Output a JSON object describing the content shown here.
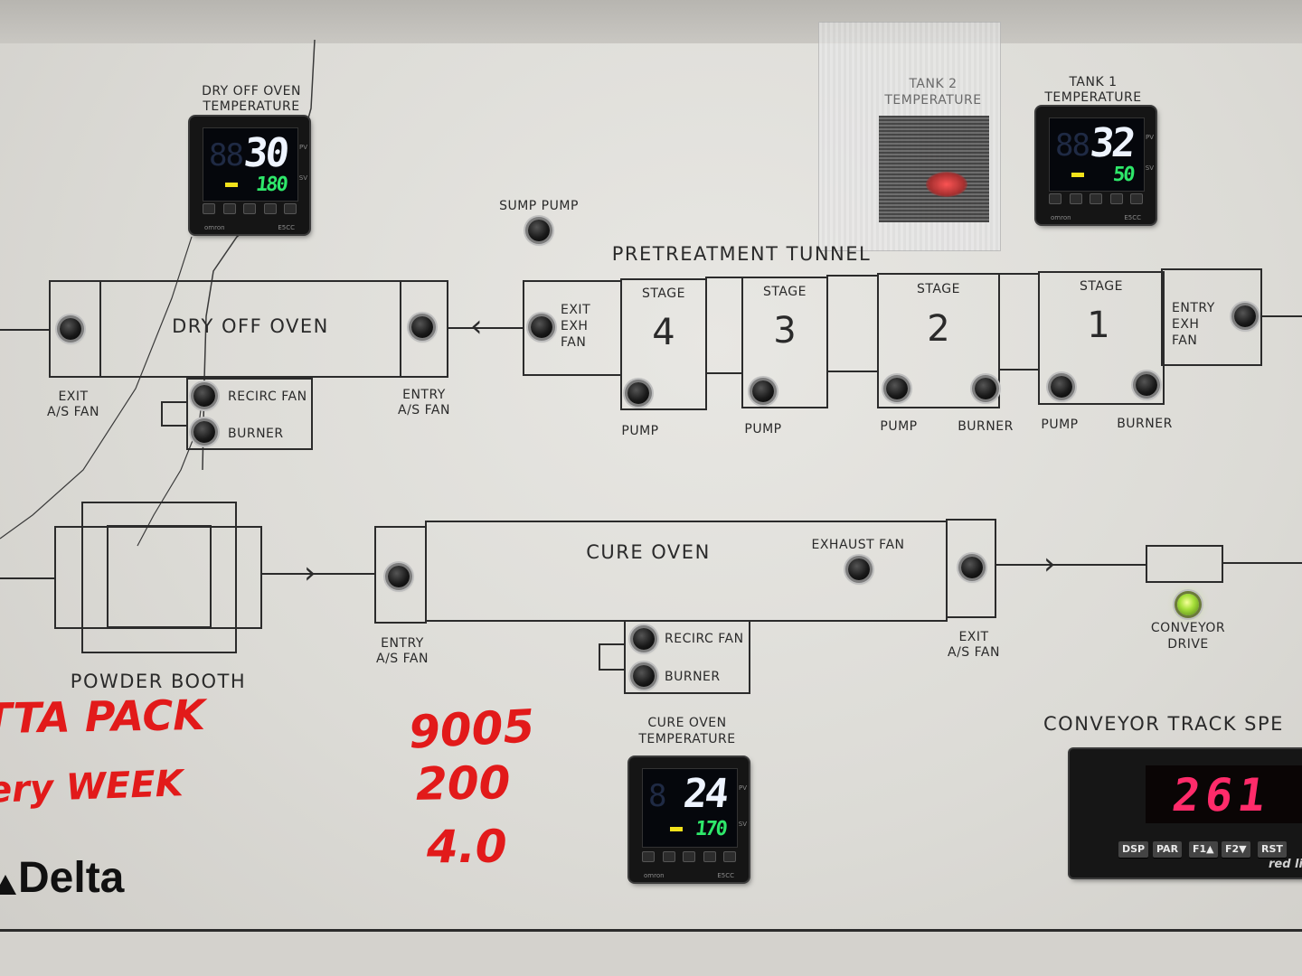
{
  "controllers": {
    "dry_off": {
      "label_1": "DRY  OFF  OVEN",
      "label_2": "TEMPERATURE",
      "pv": "30",
      "sv": "180",
      "ghost": "88",
      "pv_tag": "PV",
      "sv_tag": "SV"
    },
    "tank1": {
      "label_1": "TANK  1",
      "label_2": "TEMPERATURE",
      "pv": "32",
      "sv": "50",
      "ghost": "88",
      "pv_tag": "PV",
      "sv_tag": "SV"
    },
    "tank2": {
      "label_1": "TANK  2",
      "label_2": "TEMPERATURE"
    },
    "cure": {
      "label_1": "CURE  OVEN",
      "label_2": "TEMPERATURE",
      "pv": "24",
      "sv": "170",
      "ghost": "8",
      "pv_tag": "PV",
      "sv_tag": "SV"
    },
    "brand": "omron",
    "model": "E5CC"
  },
  "labels": {
    "sump_pump": "SUMP  PUMP",
    "pretreatment_tunnel": "PRETREATMENT  TUNNEL",
    "dry_off_oven": "DRY  OFF  OVEN",
    "exit_as_fan_1": "EXIT",
    "exit_as_fan_2": "A/S  FAN",
    "entry_as_fan_1": "ENTRY",
    "entry_as_fan_2": "A/S  FAN",
    "recirc_fan": "RECIRC  FAN",
    "burner": "BURNER",
    "exit_exh_fan": [
      "EXIT",
      "EXH",
      "FAN"
    ],
    "entry_exh_fan": [
      "ENTRY",
      "EXH",
      "FAN"
    ],
    "stage": "STAGE",
    "stage_numbers": [
      "4",
      "3",
      "2",
      "1"
    ],
    "pump": "PUMP",
    "powder_booth": "POWDER  BOOTH",
    "cure_oven": "CURE  OVEN",
    "exhaust_fan": "EXHAUST  FAN",
    "conveyor_drive_1": "CONVEYOR",
    "conveyor_drive_2": "DRIVE",
    "conveyor_track_speed": "CONVEYOR  TRACK  SPE"
  },
  "speed_meter": {
    "value": "261",
    "buttons": [
      "DSP",
      "PAR",
      "F1▲",
      "F2▼",
      "RST"
    ],
    "brand": "red li"
  },
  "handwriting": {
    "line1": "TTA PACK",
    "line2": "ery WEEK",
    "n1": "9005",
    "n2": "200",
    "n3": "4.0"
  },
  "maker": "Delta",
  "lights": {
    "conveyor_drive_on": true
  },
  "colors": {
    "pv_digits": "#eef4ff",
    "sv_digits": "#2ee86a",
    "meter_digits": "#ff2b6a",
    "marker": "#e21a1a",
    "indicator_on": "#a6e03a"
  }
}
